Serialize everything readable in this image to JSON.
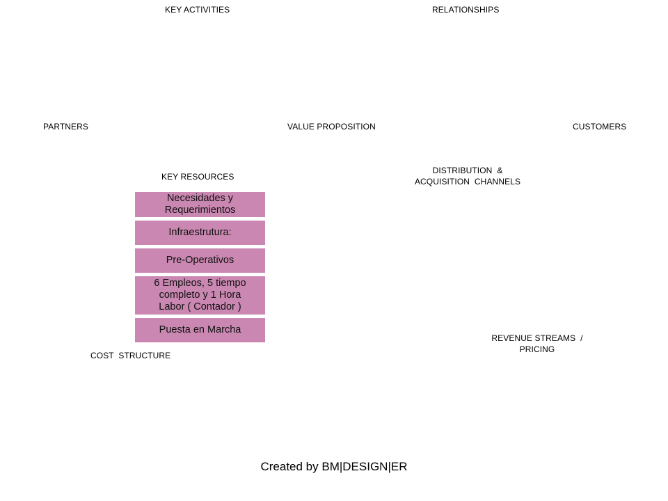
{
  "canvas": {
    "labels": {
      "key_activities": "KEY ACTIVITIES",
      "relationships": "RELATIONSHIPS",
      "partners": "PARTNERS",
      "value_proposition": "VALUE PROPOSITION",
      "customers": "CUSTOMERS",
      "key_resources": "KEY RESOURCES",
      "distribution_line1": "DISTRIBUTION  &",
      "distribution_line2": "ACQUISITION  CHANNELS",
      "revenue_line1": "REVENUE STREAMS  /",
      "revenue_line2": "PRICING",
      "cost_structure": "COST  STRUCTURE"
    },
    "key_resources_cards": [
      "Necesidades y\nRequerimientos",
      "Infraestrutura:",
      "Pre-Operativos",
      "6 Empleos, 5 tiempo\ncompleto y 1 Hora\nLabor ( Contador )",
      "Puesta en Marcha"
    ],
    "card_color": "#c987b1"
  },
  "footer": {
    "credit": "Created by BM|DESIGN|ER"
  }
}
